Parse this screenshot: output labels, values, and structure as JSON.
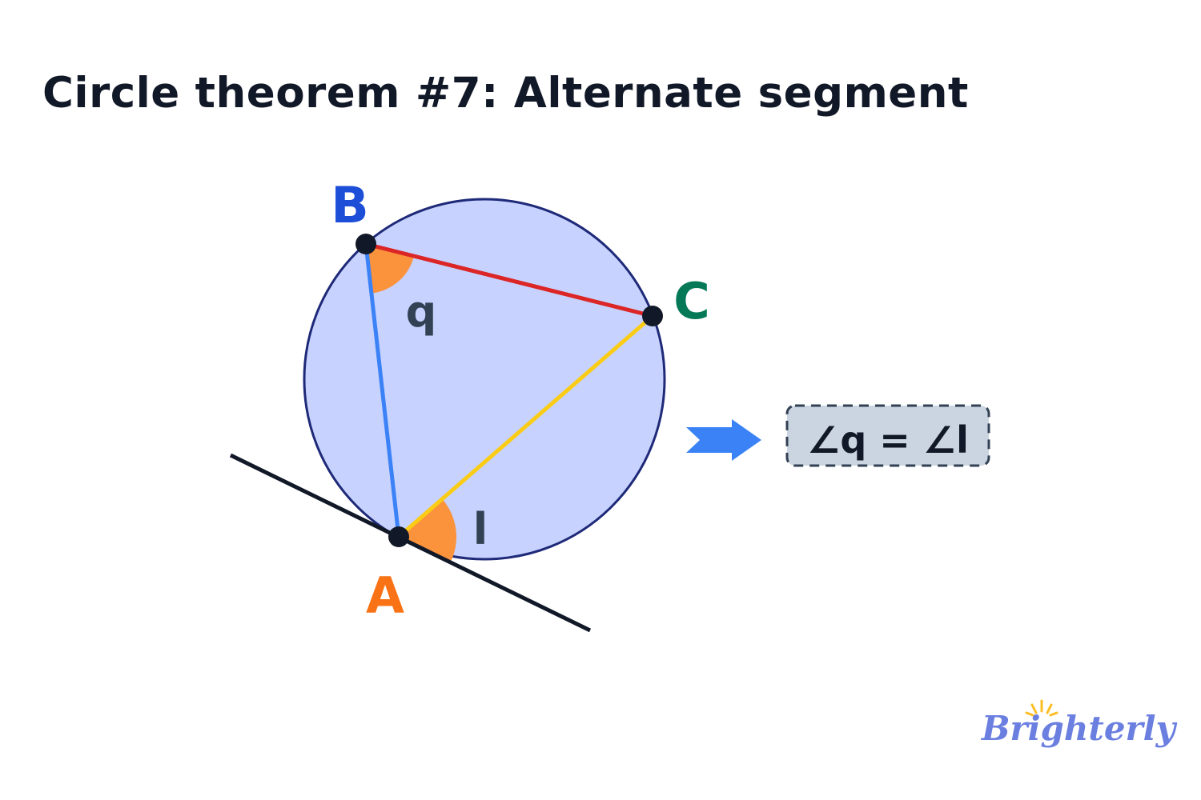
{
  "title": "Circle theorem #7: Alternate segment",
  "diagram": {
    "points": {
      "A": "A",
      "B": "B",
      "C": "C"
    },
    "angles": {
      "q": "q",
      "l": "l"
    },
    "equation": "∠q = ∠l",
    "colors": {
      "circle_fill": "#c7d2fe",
      "circle_stroke": "#1e2a78",
      "chord_BC": "#dc2626",
      "chord_AB": "#3b82f6",
      "chord_AC": "#facc15",
      "tangent": "#111827",
      "angle_fill": "#fb923c",
      "label_A": "#f97316",
      "label_B": "#1d4ed8",
      "label_C": "#047857",
      "arrow": "#3b82f6",
      "box_fill": "#cbd5e1"
    }
  },
  "logo": {
    "text": "Brighterly"
  }
}
